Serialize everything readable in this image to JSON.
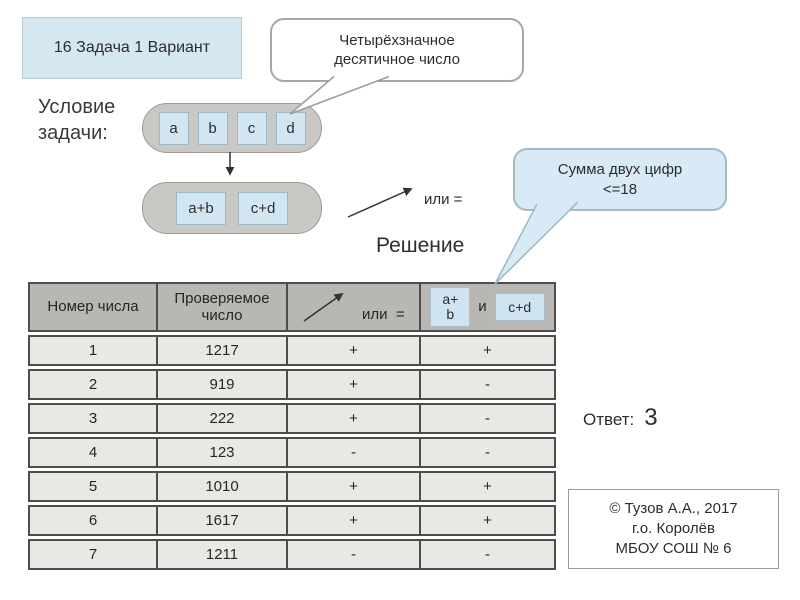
{
  "slide": {
    "badge": "16 Задача 1 Вариант",
    "condition_label": "Условие задачи:",
    "solution_label": "Решение",
    "answer_label": "Ответ:",
    "answer_value": "3"
  },
  "callouts": {
    "top": {
      "line1": "Четырёхзначное",
      "line2": "десятичное число"
    },
    "right": {
      "line1": "Сумма двух цифр",
      "line2": "<=18"
    }
  },
  "diagram": {
    "digits": [
      "a",
      "b",
      "c",
      "d"
    ],
    "sums": [
      "a+b",
      "c+d"
    ],
    "or_equals": "или ="
  },
  "table": {
    "headers": {
      "col1": "Номер числа",
      "col2": "Проверяемое число",
      "col3_label": "или  =",
      "col4_box1_line1": "a+",
      "col4_box1_line2": "b",
      "col4_and": "и",
      "col4_box2": "c+d"
    },
    "rows": [
      {
        "num": "1",
        "value": "1217",
        "check1": "+",
        "check2": "+"
      },
      {
        "num": "2",
        "value": "919",
        "check1": "+",
        "check2": "-"
      },
      {
        "num": "3",
        "value": "222",
        "check1": "+",
        "check2": "-"
      },
      {
        "num": "4",
        "value": "123",
        "check1": "-",
        "check2": "-"
      },
      {
        "num": "5",
        "value": "1010",
        "check1": "+",
        "check2": "+"
      },
      {
        "num": "6",
        "value": "1617",
        "check1": "+",
        "check2": "+"
      },
      {
        "num": "7",
        "value": "1211",
        "check1": "-",
        "check2": "-"
      }
    ]
  },
  "credits": {
    "line1": "© Тузов А.А., 2017",
    "line2": "г.о. Королёв",
    "line3": "МБОУ СОШ № 6"
  },
  "colors": {
    "light_blue_fill": "#d5e7f1",
    "callout_blue": "#d8eaf6",
    "pill_gray": "#c9c8c5",
    "header_gray": "#b8b7b3",
    "row_gray": "#e9e8e5",
    "table_border": "#4d4d4b"
  }
}
